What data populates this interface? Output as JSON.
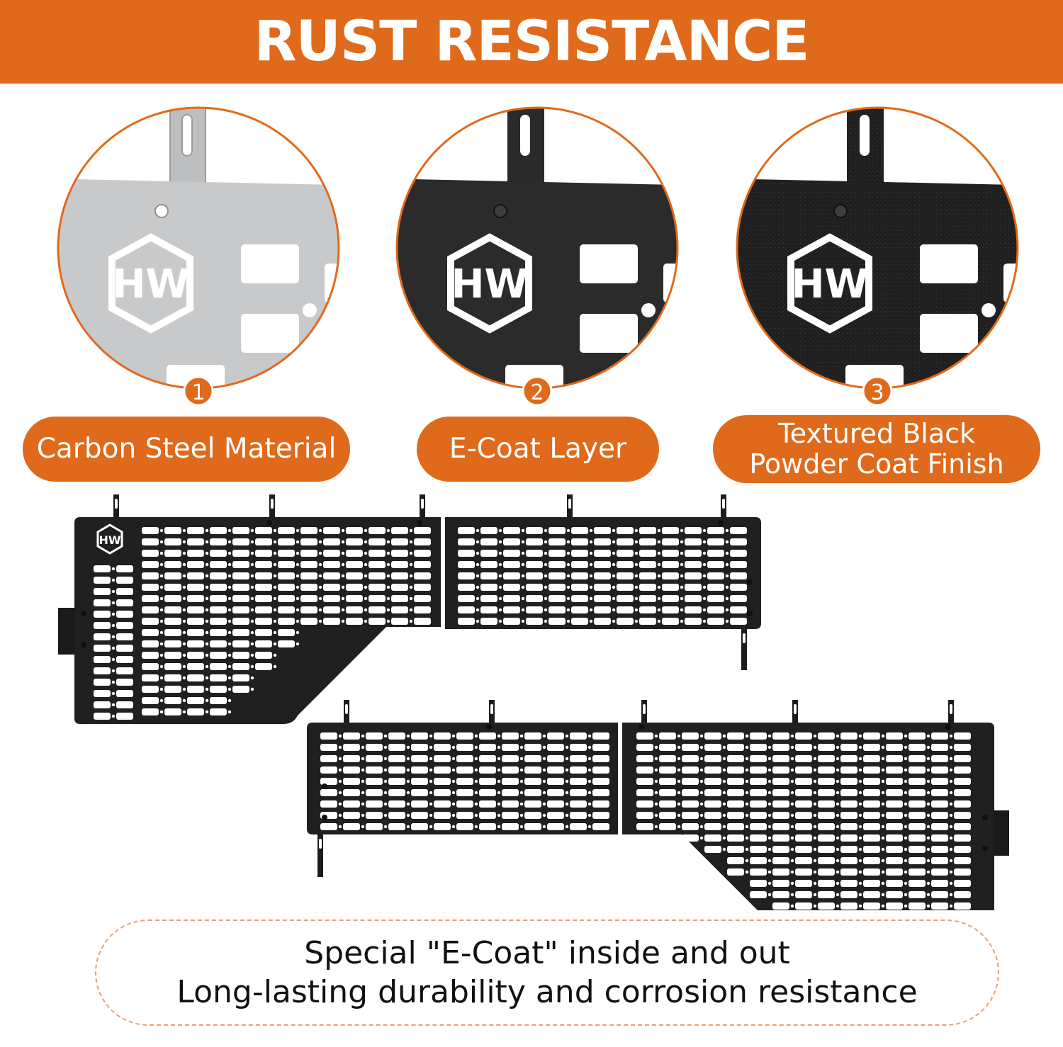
{
  "banner": {
    "title": "RUST RESISTANCE"
  },
  "colors": {
    "accent": "#e06a1b",
    "raw_steel": "#c7c8ca",
    "ecoat": "#2b2b2b",
    "powder": "#1f1f1f",
    "caption_border": "#e8a070"
  },
  "icons": {
    "brand_logo": "hexagon-hw-logo-icon",
    "panel_graphic": "molle-panel-icon"
  },
  "steps": [
    {
      "number": "1",
      "label": "Carbon Steel Material"
    },
    {
      "number": "2",
      "label": "E-Coat Layer"
    },
    {
      "number": "3",
      "label_line1": "Textured Black",
      "label_line2": "Powder Coat Finish"
    }
  ],
  "caption": {
    "line1": "Special \"E-Coat\" inside and out",
    "line2": "Long-lasting durability and corrosion resistance"
  }
}
